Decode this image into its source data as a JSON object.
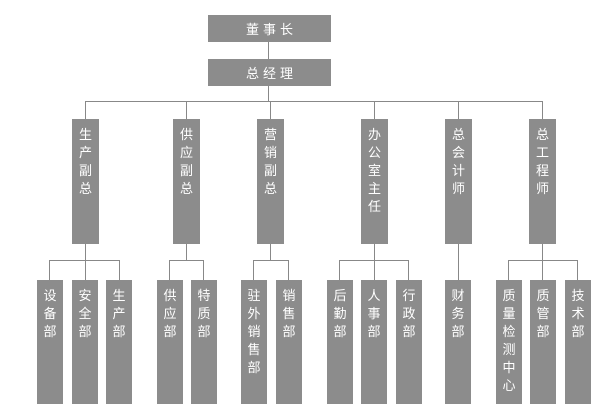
{
  "chart": {
    "chairman": "董事长",
    "general_manager": "总经理",
    "departments": [
      {
        "title": "生产副总",
        "units": [
          "设备部",
          "安全部",
          "生产部"
        ]
      },
      {
        "title": "供应副总",
        "units": [
          "供应部",
          "特质部"
        ]
      },
      {
        "title": "营销副总",
        "units": [
          "驻外销售部",
          "销售部"
        ]
      },
      {
        "title": "办公室主任",
        "units": [
          "后勤部",
          "人事部",
          "行政部"
        ]
      },
      {
        "title": "总会计师",
        "units": [
          "财务部"
        ]
      },
      {
        "title": "总工程师",
        "units": [
          "质量检测中心",
          "质管部",
          "技术部"
        ]
      }
    ]
  },
  "colors": {
    "box_fill": "#8c8c8c",
    "box_text": "#ffffff",
    "connector": "#888888"
  }
}
